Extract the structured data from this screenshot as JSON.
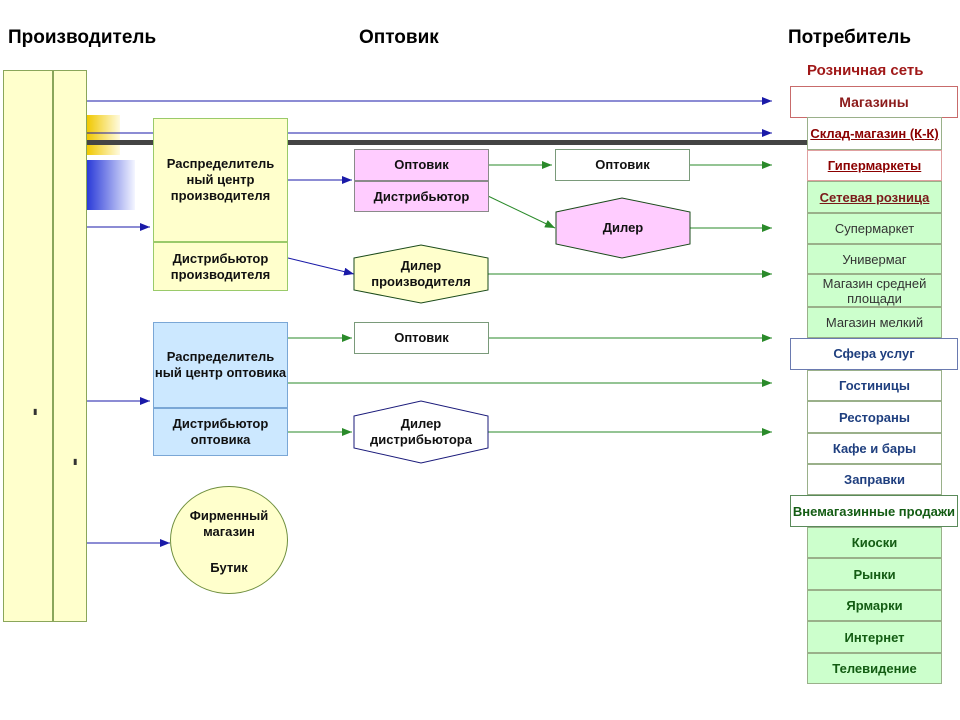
{
  "headers": {
    "producer": "Производитель",
    "wholesaler": "Оптовик",
    "consumer": "Потребитель"
  },
  "retail_network_title": "Розничная сеть",
  "producer": {
    "dist_center": "Распределитель ный центр производителя",
    "distributor": "Дистрибьютор производителя"
  },
  "wholesale_block": {
    "dist_center": "Распределитель ный центр оптовика",
    "distributor": "Дистрибьютор оптовика"
  },
  "intermediaries": {
    "wholesaler_1": "Оптовик",
    "distributor_1": "Дистрибьютор",
    "wholesaler_2": "Оптовик",
    "dealer": "Дилер",
    "producer_dealer": "Дилер производителя",
    "wholesaler_3": "Оптовик",
    "distributor_dealer": "Дилер дистрибьютора"
  },
  "brand_store": {
    "line1": "Фирменный магазин",
    "line2": "Бутик"
  },
  "retail": {
    "stores": "Магазины",
    "warehouse_store": "Склад-магазин (К-К)",
    "hypermarkets": "Гипермаркеты",
    "chain_retail": "Сетевая розница",
    "supermarket": "Супермаркет",
    "department_store": "Универмаг",
    "medium_store": "Магазин средней площади",
    "small_store": "Магазин мелкий",
    "services": "Сфера услуг",
    "hotels": "Гостиницы",
    "restaurants": "Рестораны",
    "cafes_bars": "Кафе и бары",
    "gas_stations": "Заправки",
    "non_store": "Внемагазинные продажи",
    "kiosks": "Киоски",
    "markets": "Рынки",
    "fairs": "Ярмарки",
    "internet": "Интернет",
    "television": "Телевидение"
  },
  "colors": {
    "yellow": "#ffffcc",
    "blue": "#cce8ff",
    "pink": "#ffccff",
    "green": "#ccffcc",
    "arrow": "#1a1aa8",
    "arrow_green": "#2a8a2a"
  }
}
